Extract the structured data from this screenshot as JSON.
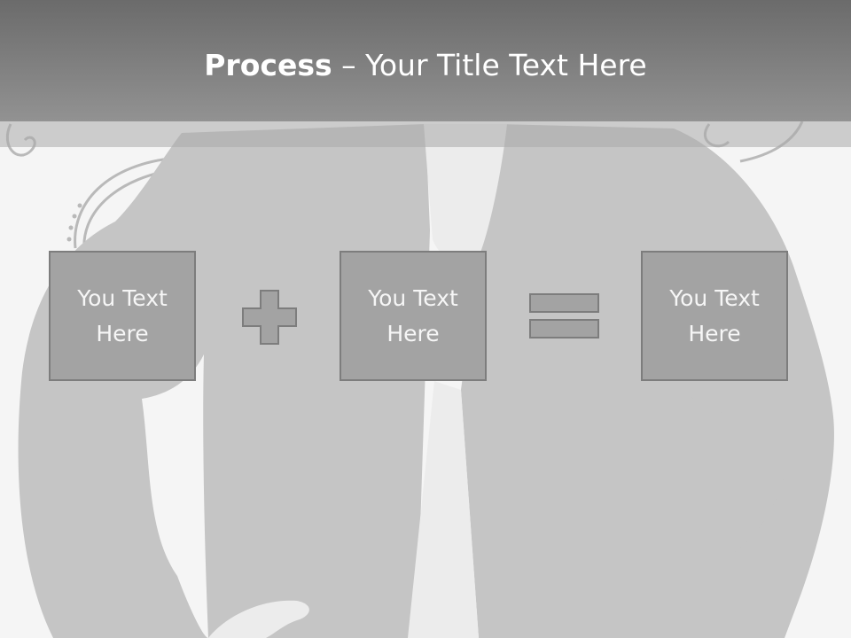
{
  "slide": {
    "title_bold": "Process",
    "title_rest": " – Your Title Text Here"
  },
  "process": {
    "boxes": [
      {
        "text": "You Text Here"
      },
      {
        "text": "You Text Here"
      },
      {
        "text": "You Text Here"
      }
    ],
    "operators": [
      "plus",
      "equals"
    ]
  },
  "colors": {
    "header": "#7a7a7a",
    "box_fill": "#a3a3a3",
    "box_border": "#7d7d7d",
    "operator_fill": "#a3a3a3",
    "background": "#f5f5f5"
  }
}
